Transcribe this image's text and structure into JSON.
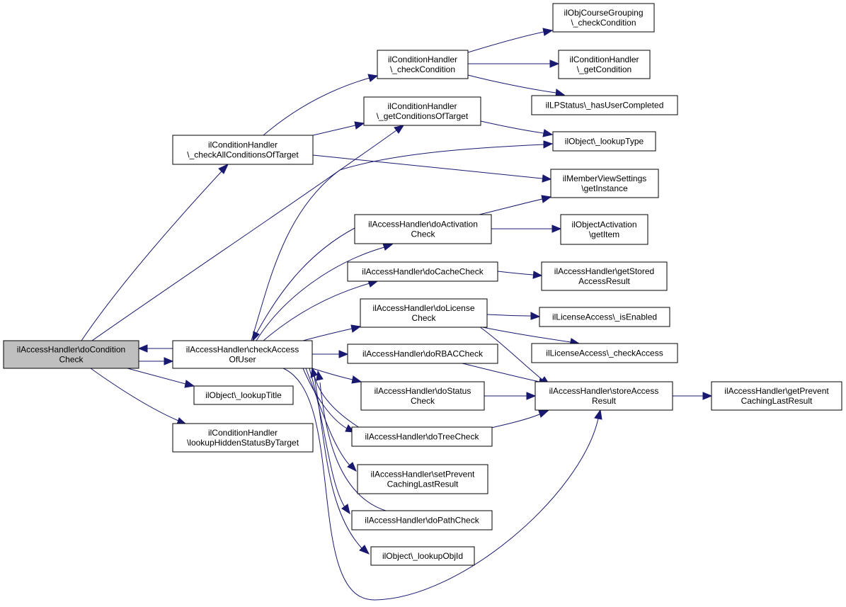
{
  "colors": {
    "edge": "#191970",
    "root_fill": "#bfbfbf",
    "node_fill": "#ffffff",
    "node_border": "#000000"
  },
  "nodes": {
    "doConditionCheck": [
      "ilAccessHandler\\doCondition",
      "Check"
    ],
    "checkAccessOfUser": [
      "ilAccessHandler\\checkAccess",
      "OfUser"
    ],
    "checkAllConditionsOfTarget": [
      "ilConditionHandler",
      "\\_checkAllConditionsOfTarget"
    ],
    "lookupTitle": [
      "ilObject\\_lookupTitle"
    ],
    "lookupHiddenStatusByTarget": [
      "ilConditionHandler",
      "\\lookupHiddenStatusByTarget"
    ],
    "checkCondition": [
      "ilConditionHandler",
      "\\_checkCondition"
    ],
    "getConditionsOfTarget": [
      "ilConditionHandler",
      "\\_getConditionsOfTarget"
    ],
    "courseGroupingCheckCondition": [
      "ilObjCourseGrouping",
      "\\_checkCondition"
    ],
    "getCondition": [
      "ilConditionHandler",
      "\\_getCondition"
    ],
    "hasUserCompleted": [
      "ilLPStatus\\_hasUserCompleted"
    ],
    "lookupType": [
      "ilObject\\_lookupType"
    ],
    "memberViewGetInstance": [
      "ilMemberViewSettings",
      "\\getInstance"
    ],
    "doActivationCheck": [
      "ilAccessHandler\\doActivation",
      "Check"
    ],
    "objectActivationGetItem": [
      "ilObjectActivation",
      "\\getItem"
    ],
    "doCacheCheck": [
      "ilAccessHandler\\doCacheCheck"
    ],
    "getStoredAccessResult": [
      "ilAccessHandler\\getStored",
      "AccessResult"
    ],
    "doLicenseCheck": [
      "ilAccessHandler\\doLicense",
      "Check"
    ],
    "licenseIsEnabled": [
      "ilLicenseAccess\\_isEnabled"
    ],
    "licenseCheckAccess": [
      "ilLicenseAccess\\_checkAccess"
    ],
    "doRBACCheck": [
      "ilAccessHandler\\doRBACCheck"
    ],
    "doStatusCheck": [
      "ilAccessHandler\\doStatus",
      "Check"
    ],
    "storeAccessResult": [
      "ilAccessHandler\\storeAccess",
      "Result"
    ],
    "getPreventCachingLastResult": [
      "ilAccessHandler\\getPrevent",
      "CachingLastResult"
    ],
    "doTreeCheck": [
      "ilAccessHandler\\doTreeCheck"
    ],
    "setPreventCachingLastResult": [
      "ilAccessHandler\\setPrevent",
      "CachingLastResult"
    ],
    "doPathCheck": [
      "ilAccessHandler\\doPathCheck"
    ],
    "lookupObjId": [
      "ilObject\\_lookupObjId"
    ]
  }
}
